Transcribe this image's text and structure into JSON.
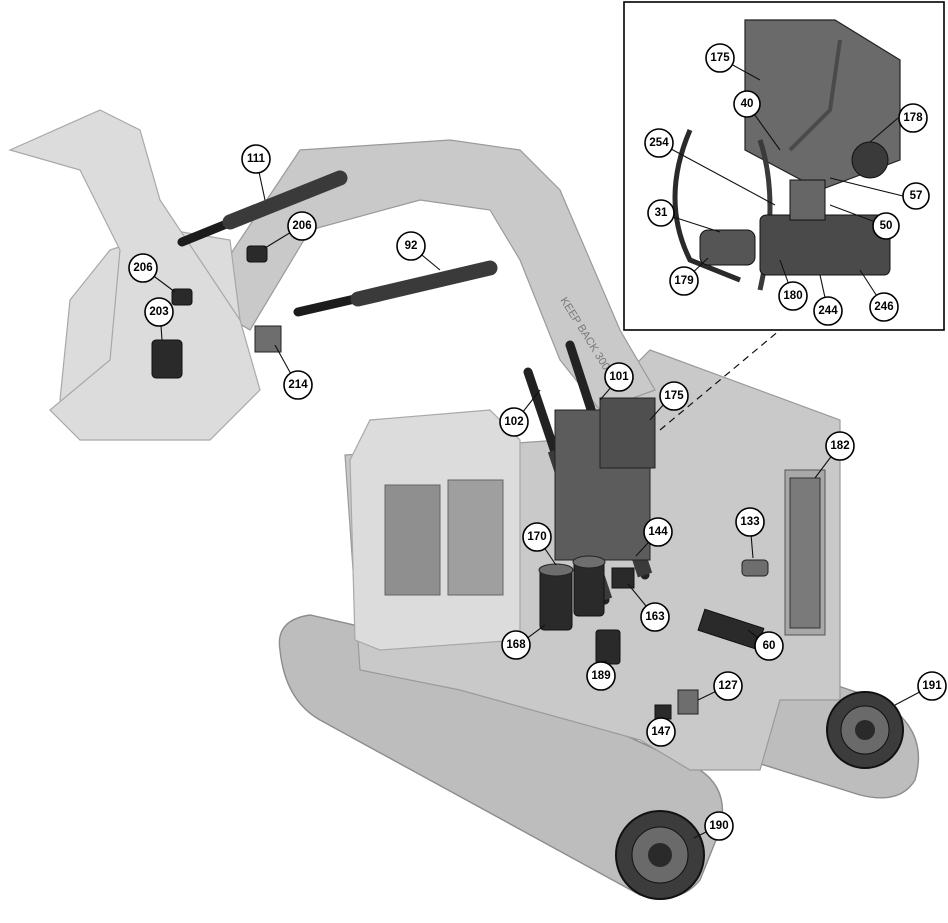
{
  "diagram": {
    "callouts": [
      {
        "id": "c111",
        "label": "111"
      },
      {
        "id": "c206a",
        "label": "206"
      },
      {
        "id": "c206b",
        "label": "206"
      },
      {
        "id": "c92",
        "label": "92"
      },
      {
        "id": "c203",
        "label": "203"
      },
      {
        "id": "c214",
        "label": "214"
      },
      {
        "id": "c102",
        "label": "102"
      },
      {
        "id": "c101",
        "label": "101"
      },
      {
        "id": "c175",
        "label": "175"
      },
      {
        "id": "c182",
        "label": "182"
      },
      {
        "id": "c170",
        "label": "170"
      },
      {
        "id": "c144",
        "label": "144"
      },
      {
        "id": "c133",
        "label": "133"
      },
      {
        "id": "c163",
        "label": "163"
      },
      {
        "id": "c168",
        "label": "168"
      },
      {
        "id": "c60",
        "label": "60"
      },
      {
        "id": "c189",
        "label": "189"
      },
      {
        "id": "c127",
        "label": "127"
      },
      {
        "id": "c191",
        "label": "191"
      },
      {
        "id": "c147",
        "label": "147"
      },
      {
        "id": "c190",
        "label": "190"
      }
    ],
    "machine_decal": "KEEP BACK 300 FT",
    "inset": {
      "callouts": [
        {
          "id": "i175",
          "label": "175"
        },
        {
          "id": "i40",
          "label": "40"
        },
        {
          "id": "i178",
          "label": "178"
        },
        {
          "id": "i254",
          "label": "254"
        },
        {
          "id": "i57",
          "label": "57"
        },
        {
          "id": "i31",
          "label": "31"
        },
        {
          "id": "i50",
          "label": "50"
        },
        {
          "id": "i179",
          "label": "179"
        },
        {
          "id": "i180",
          "label": "180"
        },
        {
          "id": "i244",
          "label": "244"
        },
        {
          "id": "i246",
          "label": "246"
        }
      ]
    }
  }
}
